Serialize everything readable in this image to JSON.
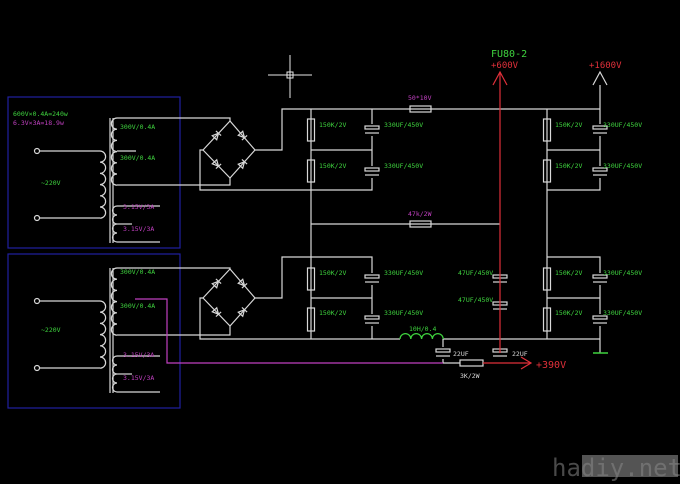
{
  "colors": {
    "background": "#000000",
    "wire": "#d8d8d8",
    "label_green": "#3ed23e",
    "label_magenta": "#c040c0",
    "output_red": "#e0303a",
    "frame_blue": "#2020a0"
  },
  "transformer_top": {
    "rating_1": "600V×0.4A=240w",
    "rating_2": "6.3V×3A=18.9w",
    "primary": "~220V",
    "sec_1": "300V/0.4A",
    "sec_2": "300V/0.4A",
    "heater_1": "3.15V/3A",
    "heater_2": "3.15V/3A"
  },
  "transformer_bottom": {
    "primary": "~220V",
    "sec_1": "300V/0.4A",
    "sec_2": "300V/0.4A",
    "heater_1": "3.15V/3A",
    "heater_2": "3.15V/3A"
  },
  "upper_bank": {
    "r1": "150K/2V",
    "r2": "150K/2V",
    "c1": "330UF/450V",
    "c2": "330UF/450V",
    "r3": "150K/2V",
    "r4": "150K/2V",
    "c3": "330UF/450V",
    "c4": "330UF/450V",
    "series_res": "50*10V",
    "bleed_res": "47k/2W"
  },
  "lower_bank": {
    "r1": "150K/2V",
    "r2": "150K/2V",
    "c1": "330UF/450V",
    "c2": "330UF/450V",
    "r3": "150K/2V",
    "r4": "150K/2V",
    "c3": "330UF/450V",
    "c4": "330UF/450V",
    "mid_c1": "47UF/450V",
    "mid_c2": "47UF/450V",
    "choke": "10H/0.4"
  },
  "filter": {
    "c1": "22UF",
    "c2": "22UF",
    "res": "3K/2W"
  },
  "outputs": {
    "tube": "FU80-2",
    "v600": "+600V",
    "v1600": "+1600V",
    "v390": "+390V"
  },
  "watermark": "hadiy.net"
}
